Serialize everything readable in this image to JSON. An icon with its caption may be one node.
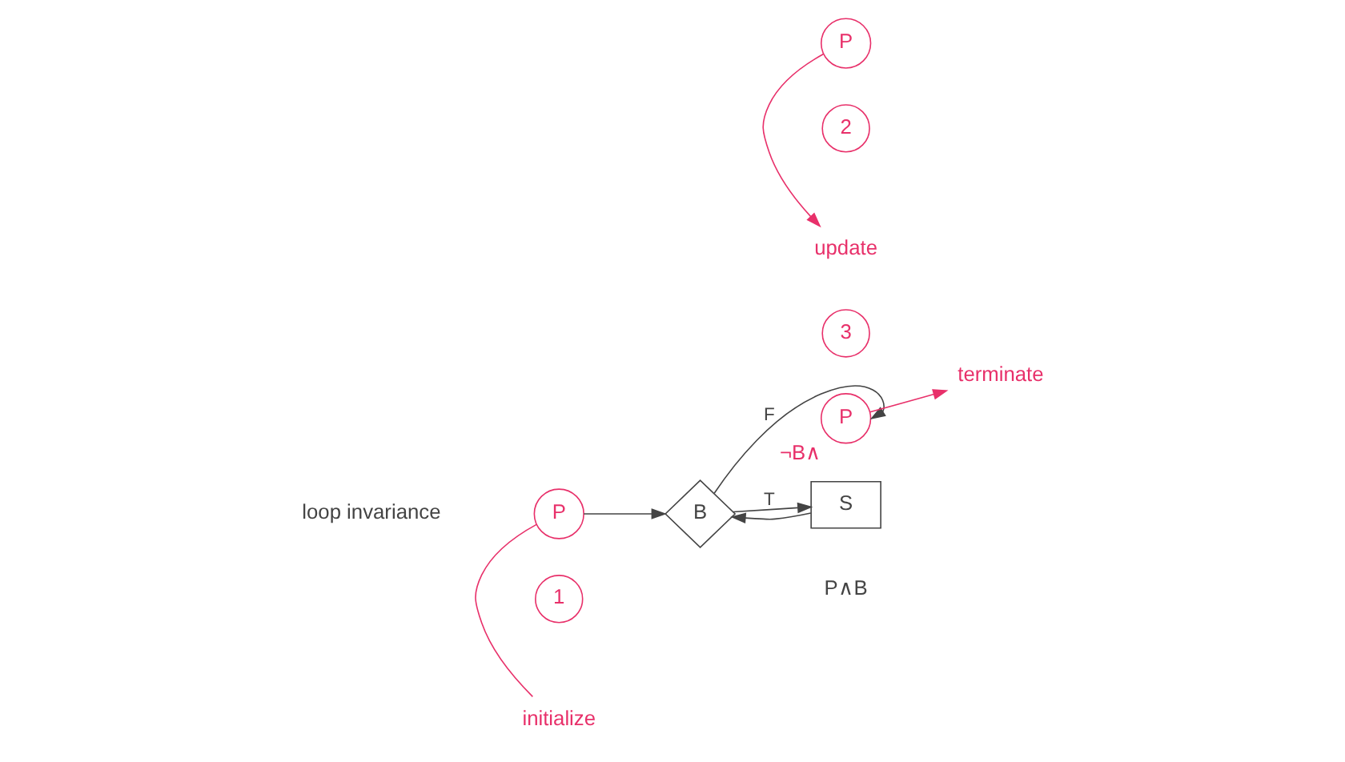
{
  "diagram": {
    "nodes": [
      {
        "text": [
          "P"
        ]
      },
      {
        "text": [
          "1"
        ]
      },
      {
        "text": [
          "initialize"
        ]
      },
      {
        "text": [
          "B"
        ]
      },
      {
        "text": [
          "P"
        ],
        "beside": [
          "¬B∧"
        ]
      },
      {
        "text": [
          "terminate"
        ]
      },
      {
        "text": [
          "3"
        ]
      },
      {
        "text": [
          "S"
        ]
      },
      {
        "text": [
          "P"
        ]
      },
      {
        "text": [
          "2"
        ]
      },
      {
        "text": [
          "update"
        ]
      }
    ],
    "edges": [
      {
        "from": 0,
        "to": 2,
        "arrow": "none",
        "color": "#e8306a"
      },
      {
        "from": 0,
        "to": 3,
        "arrow": "to"
      },
      {
        "from": 3,
        "to": 4,
        "arrow": "to",
        "label": "F"
      },
      {
        "from": 4,
        "to": 5,
        "arrow": "to",
        "color": "#e8306a"
      },
      {
        "from": 3,
        "to": 7,
        "arrow": "to",
        "label": "T"
      },
      {
        "from": 7,
        "to": 3,
        "arrow": "to"
      },
      {
        "from": 8,
        "to": 10,
        "arrow": "to",
        "color": "#e8306a"
      }
    ],
    "labels": [
      "loop invariance",
      "P∧B"
    ]
  }
}
